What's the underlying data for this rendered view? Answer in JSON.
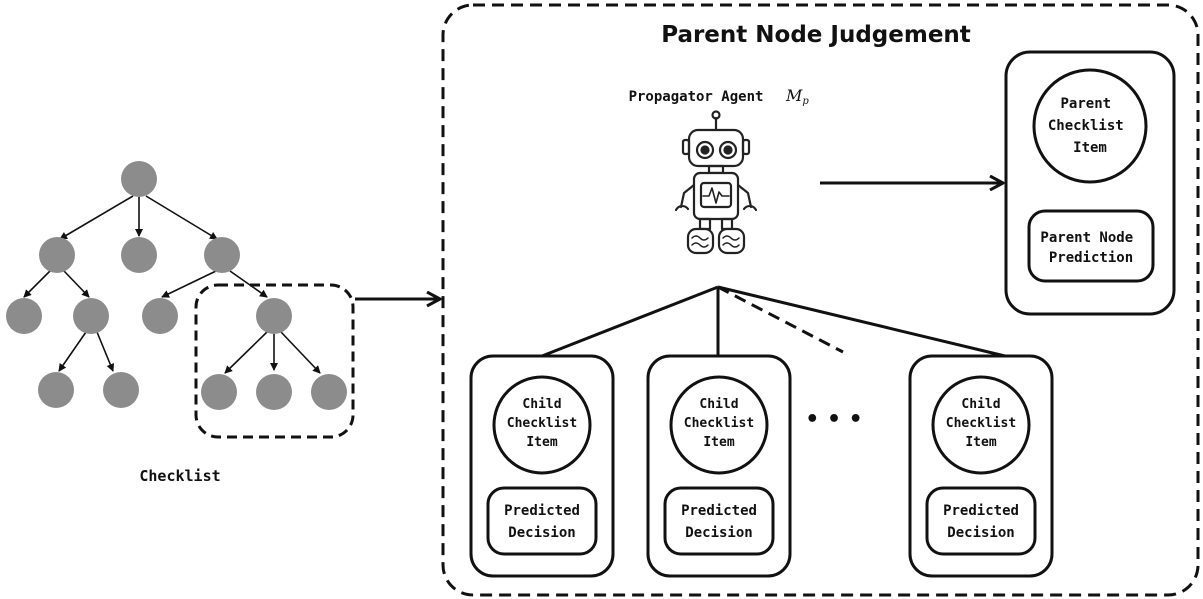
{
  "checklist_label": "Checklist",
  "panel_title": "Parent Node Judgement",
  "agent_label": "Propagator Agent",
  "agent_symbol": "M",
  "agent_symbol_sub": "p",
  "parent_item": [
    "Parent",
    "Checklist",
    "Item"
  ],
  "parent_prediction": [
    "Parent Node",
    "Prediction"
  ],
  "child_item": [
    "Child",
    "Checklist",
    "Item"
  ],
  "child_decision": [
    "Predicted",
    "Decision"
  ],
  "ellipsis": "• • •",
  "colors": {
    "node": "#8c8c8c",
    "stroke": "#111111",
    "background": "#ffffff"
  }
}
